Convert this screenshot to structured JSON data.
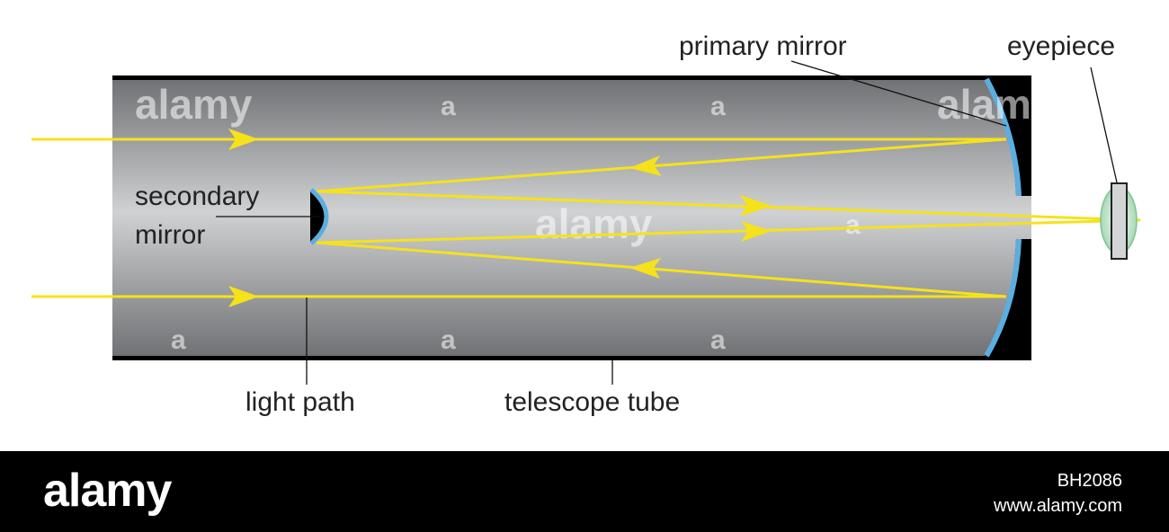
{
  "labels": {
    "primary_mirror": "primary mirror",
    "eyepiece": "eyepiece",
    "secondary_mirror_line1": "secondary",
    "secondary_mirror_line2": "mirror",
    "light_path": "light path",
    "telescope_tube": "telescope tube"
  },
  "watermark": {
    "brand": "alamy",
    "mark": "a",
    "image_id": "BH2086",
    "url": "www.alamy.com"
  },
  "colors": {
    "light_ray": "#f5e21b",
    "tube_dark": "#6f7073",
    "tube_light": "#d0d1d3",
    "mirror": "#5aaee0",
    "tube_wall": "#000000",
    "lens": "#bfe3c9"
  }
}
